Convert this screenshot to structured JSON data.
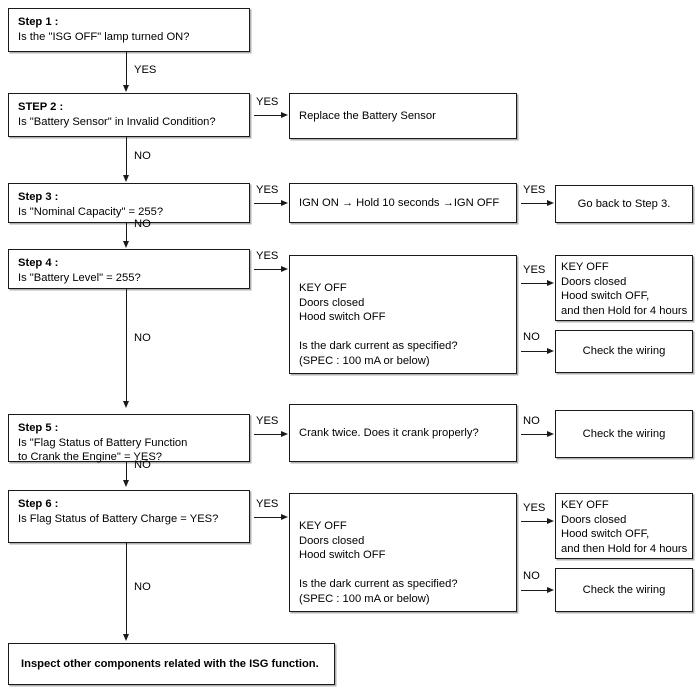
{
  "diagram": {
    "type": "flowchart",
    "title": "ISG Battery Sensor Diagnostic Flowchart",
    "edge_labels": {
      "yes": "YES",
      "no": "NO"
    }
  },
  "nodes": {
    "step1": {
      "title": "Step 1 :",
      "body": "Is the \"ISG OFF\" lamp turned ON?"
    },
    "step2": {
      "title": "STEP 2 :",
      "body": "Is \"Battery Sensor\" in Invalid Condition?"
    },
    "step2_yes": {
      "body": "Replace the Battery Sensor"
    },
    "step3": {
      "title": "Step 3 :",
      "body": "Is \"Nominal Capacity\" = 255?"
    },
    "step3_yes": {
      "body": "IGN ON → Hold 10 seconds →IGN OFF"
    },
    "step3_yes_yes": {
      "body": "Go back to Step 3."
    },
    "step4": {
      "title": "Step 4 :",
      "body": "Is \"Battery Level\" = 255?"
    },
    "step4_yes": {
      "line1": "KEY OFF",
      "line2": "Doors closed",
      "line3": "Hood switch OFF",
      "line4": "Is the dark current as specified?",
      "line5": "(SPEC : 100 mA or below)"
    },
    "step4_yes_yes": {
      "line1": "KEY OFF",
      "line2": "Doors closed",
      "line3": "Hood switch OFF,",
      "line4": "and then Hold for 4 hours"
    },
    "step4_yes_no": {
      "body": "Check the wiring"
    },
    "step5": {
      "title": "Step 5 :",
      "line1": "Is \"Flag Status of Battery Function",
      "line2": "to Crank the Engine\" = YES?"
    },
    "step5_yes": {
      "body": "Crank twice. Does it crank properly?"
    },
    "step5_yes_no": {
      "body": "Check the wiring"
    },
    "step6": {
      "title": "Step 6 :",
      "body": "Is Flag Status of Battery Charge = YES?"
    },
    "step6_yes": {
      "line1": "KEY OFF",
      "line2": "Doors closed",
      "line3": "Hood switch OFF",
      "line4": "Is the dark current as specified?",
      "line5": "(SPEC : 100 mA or below)"
    },
    "step6_yes_yes": {
      "line1": "KEY OFF",
      "line2": "Doors closed",
      "line3": "Hood switch OFF,",
      "line4": "and then Hold for 4 hours"
    },
    "step6_yes_no": {
      "body": "Check the wiring"
    },
    "final": {
      "body": "Inspect other components related with the ISG function."
    }
  },
  "colors": {
    "stroke": "#1a1a1a",
    "shadow": "#b0b0b0",
    "background": "#ffffff",
    "text": "#000000"
  }
}
